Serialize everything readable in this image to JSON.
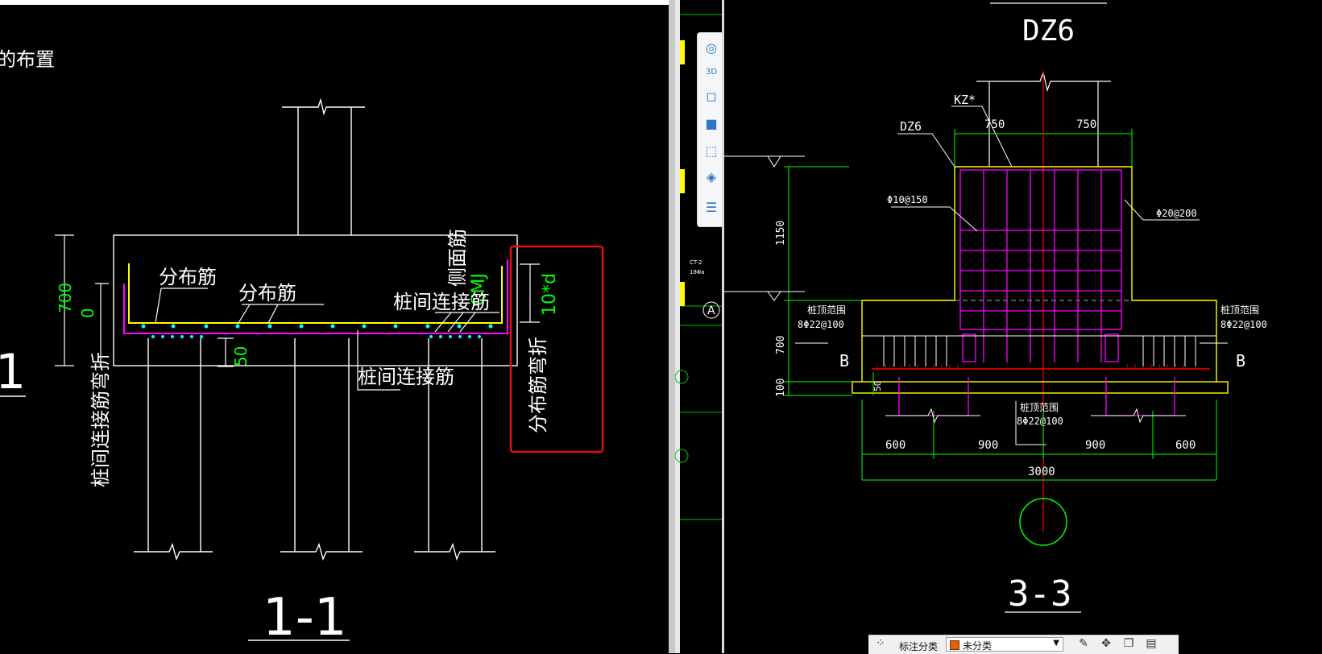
{
  "colors": {
    "background": "#000000",
    "white": "#ffffff",
    "green": "#00ff00",
    "yellow": "#ffff00",
    "magenta": "#ff00ff",
    "cyan": "#00ffff",
    "red": "#ff0000",
    "highlight_box": "#e01010"
  },
  "left_drawing": {
    "partial_title": "的布置",
    "section_mark_left": "1",
    "labels": {
      "distribution_bar_1": "分布筋",
      "distribution_bar_2": "分布筋",
      "side_bar": "侧面筋",
      "cmj": "CMJ",
      "pile_connecting_bar_top": "桩间连接筋",
      "pile_connecting_bar_bottom": "桩间连接筋",
      "pile_bar_bend_vertical": "桩间连接筋弯折",
      "distribution_bar_bend": "分布筋弯折",
      "bend_length": "10*d"
    },
    "dimensions": {
      "height_700": "700",
      "zero": "0",
      "cover_50": "50"
    },
    "section_title": "1-1"
  },
  "right_drawing": {
    "title": "DZ6",
    "column_tag": "KZ*",
    "element_tag": "DZ6",
    "stirrup": "Φ10@150",
    "side_rebar": "Φ20@200",
    "top_dims": [
      "750",
      "750"
    ],
    "dim_1150": "1150",
    "dim_700": "700",
    "dim_100": "100",
    "dim_50": "50",
    "left_note_line1": "桩顶范围",
    "left_note_line2": "8Φ22@100",
    "right_note_line1": "桩顶范围",
    "right_note_line2": "8Φ22@100",
    "center_note_line1": "桩顶范围",
    "center_note_line2": "8Φ22@100",
    "mark_b_left": "B",
    "mark_b_right": "B",
    "bottom_dims": [
      "600",
      "900",
      "900",
      "600"
    ],
    "total_dim": "3000",
    "section_title": "3-3"
  },
  "mid_strip": {
    "small_text_1": "CT-2",
    "small_text_2": "18Φa",
    "axis_mark": "A",
    "tools": [
      "orbit-icon",
      "3d-view-icon",
      "cube-icon",
      "solid-cube-icon",
      "select-region-icon",
      "isolate-icon",
      "properties-icon"
    ]
  },
  "bottom_bar": {
    "label": "标注分类",
    "selected": "未分类"
  }
}
